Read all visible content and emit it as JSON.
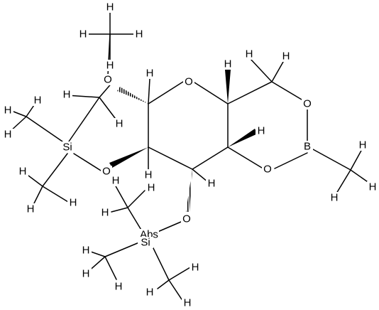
{
  "molecule": {
    "atoms": [
      {
        "id": "a1",
        "symbol": "H"
      },
      {
        "id": "a2",
        "symbol": "H"
      },
      {
        "id": "a3",
        "symbol": "H"
      },
      {
        "id": "a4",
        "symbol": "O"
      },
      {
        "id": "a5",
        "symbol": "H"
      },
      {
        "id": "a6",
        "symbol": "H"
      },
      {
        "id": "a7",
        "symbol": "H"
      },
      {
        "id": "a8",
        "symbol": "H"
      },
      {
        "id": "a9",
        "symbol": "H"
      },
      {
        "id": "a10",
        "symbol": "O"
      },
      {
        "id": "a11",
        "symbol": "H"
      },
      {
        "id": "a12",
        "symbol": "H"
      },
      {
        "id": "a13",
        "symbol": "H"
      },
      {
        "id": "a14",
        "symbol": "Si"
      },
      {
        "id": "a15",
        "symbol": "O"
      },
      {
        "id": "a16",
        "symbol": "O"
      },
      {
        "id": "a17",
        "symbol": "H"
      },
      {
        "id": "a18",
        "symbol": "B"
      },
      {
        "id": "a19",
        "symbol": "H"
      },
      {
        "id": "a20",
        "symbol": "H"
      },
      {
        "id": "a21",
        "symbol": "H"
      },
      {
        "id": "a22",
        "symbol": "O"
      },
      {
        "id": "a23",
        "symbol": "H"
      },
      {
        "id": "a24",
        "symbol": "H"
      },
      {
        "id": "a25",
        "symbol": "H"
      },
      {
        "id": "a26",
        "symbol": "H"
      },
      {
        "id": "a27",
        "symbol": "H"
      },
      {
        "id": "a28",
        "symbol": "O"
      },
      {
        "id": "a29",
        "symbol": "H"
      },
      {
        "id": "a30",
        "symbol": "H"
      },
      {
        "id": "a31",
        "symbol": "H"
      },
      {
        "id": "a32",
        "symbol": "H"
      },
      {
        "id": "a33",
        "symbol": "Abs"
      },
      {
        "id": "a34",
        "symbol": "Si"
      },
      {
        "id": "a35",
        "symbol": "H"
      },
      {
        "id": "a36",
        "symbol": "H"
      },
      {
        "id": "a37",
        "symbol": "H"
      },
      {
        "id": "a38",
        "symbol": "H"
      },
      {
        "id": "a39",
        "symbol": "H"
      },
      {
        "id": "a40",
        "symbol": "H"
      },
      {
        "id": "a41",
        "symbol": "H"
      }
    ]
  }
}
